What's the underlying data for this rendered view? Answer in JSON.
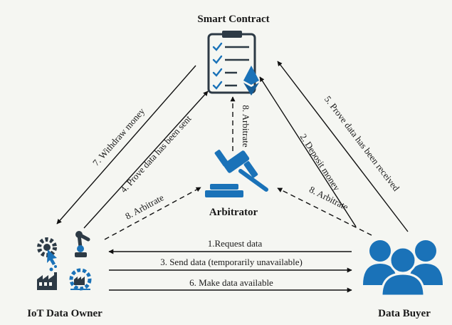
{
  "nodes": {
    "smart_contract": "Smart Contract",
    "arbitrator": "Arbitrator",
    "owner": "IoT Data Owner",
    "buyer": "Data Buyer"
  },
  "edges": {
    "withdraw": "7. Withdraw money",
    "prove_sent": "4. Prove data has been sent",
    "arbitrate_owner": "8. Arbitrate",
    "arbitrate_sc": "8. Arbitrate",
    "arbitrate_buyer": "8. Arbitrate",
    "deposit": "2. Deposit money",
    "prove_received": "5. Prove data has been received",
    "request": "1.Request data",
    "send": "3. Send data (temporarily unavailable)",
    "available": "6. Make data available"
  },
  "icons": {
    "smart_contract": "clipboard-checklist-ethereum-icon",
    "arbitrator": "gavel-icon",
    "owner_1": "gear-cursor-icon",
    "owner_2": "robot-arm-icon",
    "owner_3": "factory-icon",
    "owner_4": "smart-factory-gear-icon",
    "buyer": "user-group-icon"
  },
  "colors": {
    "icon_blue": "#1a72b8",
    "icon_dark": "#2d3a45",
    "line": "#111111",
    "background": "#f5f6f2"
  }
}
